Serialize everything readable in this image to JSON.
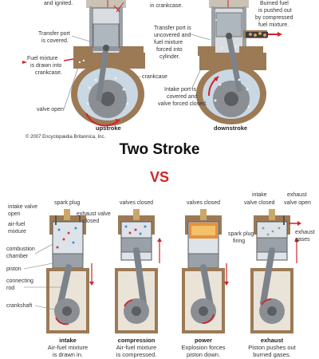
{
  "two_stroke": {
    "upstroke": {
      "label_ignited": "and ignited.",
      "label_transfer": [
        "Transfer port",
        "is covered."
      ],
      "label_fuel": [
        "Fuel mixture",
        "is drawn into",
        "crankcase."
      ],
      "label_crankcase": "crankcase",
      "label_valve": "valve open",
      "caption": "upstroke"
    },
    "downstroke": {
      "label_crankcase_top": "in crankcase.",
      "label_burned": [
        "Burned fuel",
        "is pushed out",
        "by compressed",
        "fuel mixture."
      ],
      "label_transfer": [
        "Transfer port is",
        "uncovered and",
        "fuel mixture",
        "forced into",
        "cylinder."
      ],
      "label_intake": [
        "Intake port is",
        "covered and",
        "valve forced closed."
      ],
      "caption": "downstroke"
    },
    "copyright": "© 2007 Encyclopædia Britannica, Inc."
  },
  "titles": {
    "two_stroke": "Two Stroke",
    "vs": "VS"
  },
  "four_stroke": {
    "left_labels": {
      "intake_valve": [
        "intake valve",
        "open"
      ],
      "spark_plug": "spark plug",
      "exhaust_valve": [
        "exhaust valve",
        "closed"
      ],
      "air_fuel": [
        "air-fuel",
        "mixture"
      ],
      "combustion": [
        "combustion",
        "chamber"
      ],
      "piston": "piston",
      "rod": [
        "connecting",
        "rod"
      ],
      "crankshaft": "crankshaft"
    },
    "compression_top": "valves closed",
    "power_top": "valves closed",
    "power_spark": [
      "spark plug",
      "firing"
    ],
    "exhaust_top_left": [
      "intake",
      "valve closed"
    ],
    "exhaust_top_right": [
      "exhaust",
      "valve open"
    ],
    "exhaust_gases": [
      "exhaust",
      "gases"
    ],
    "captions": [
      {
        "title": "intake",
        "line1": "Air-fuel mixture",
        "line2": "is drawn in."
      },
      {
        "title": "compression",
        "line1": "Air-fuel mixture",
        "line2": "is compressed."
      },
      {
        "title": "power",
        "line1": "Explosion forces",
        "line2": "piston down."
      },
      {
        "title": "exhaust",
        "line1": "Piston pushes out",
        "line2": "burned gases."
      }
    ]
  },
  "colors": {
    "accent": "#d2232a",
    "engine": "#8a6a4a",
    "cylinder": "#b8c0c8"
  }
}
